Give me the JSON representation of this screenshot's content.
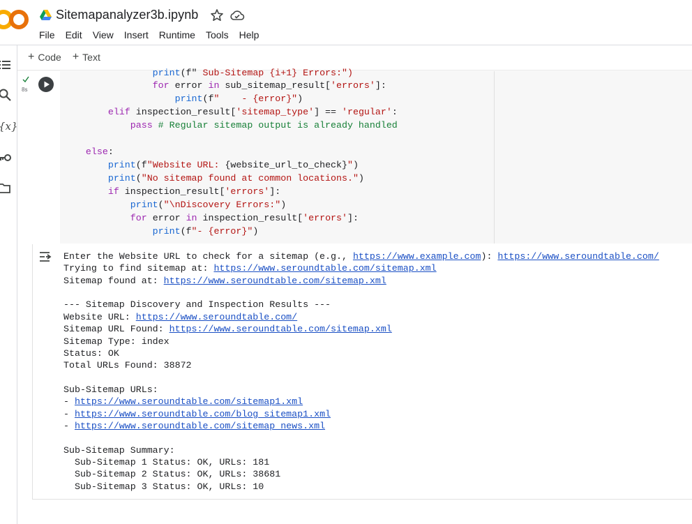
{
  "app": {
    "title": "Sitemapanalyzer3b.ipynb",
    "menu": [
      "File",
      "Edit",
      "View",
      "Insert",
      "Runtime",
      "Tools",
      "Help"
    ],
    "logo_text": "CO"
  },
  "toolbar": {
    "add_code": "Code",
    "add_text": "Text"
  },
  "cell": {
    "exec_time": "8s",
    "code": {
      "l1": {
        "indent": "                ",
        "fn": "print",
        "rest_a": "(f\" ",
        "str": "Sub-Sitemap {i+1} Errors:\")"
      },
      "l2": {
        "indent": "                ",
        "kw1": "for",
        "a": " error ",
        "kw2": "in",
        "b": " sub_sitemap_result[",
        "str": "'errors'",
        "c": "]:"
      },
      "l3": {
        "indent": "                    ",
        "fn": "print",
        "a": "(f",
        "str": "\"    - {error}\"",
        "c": ")"
      },
      "l4": {
        "indent": "        ",
        "kw": "elif",
        "a": " inspection_result[",
        "str1": "'sitemap_type'",
        "b": "] == ",
        "str2": "'regular'",
        "c": ":"
      },
      "l5": {
        "indent": "            ",
        "kw": "pass",
        "cm": " # Regular sitemap output is already handled"
      },
      "l6": {
        "indent": "    ",
        "kw": "else",
        "c": ":"
      },
      "l7": {
        "indent": "        ",
        "fn": "print",
        "a": "(f",
        "str1": "\"Website URL: ",
        "var": "{website_url_to_check}",
        "str2": "\"",
        "c": ")"
      },
      "l8": {
        "indent": "        ",
        "fn": "print",
        "a": "(",
        "str": "\"No sitemap found at common locations.\"",
        "c": ")"
      },
      "l9": {
        "indent": "        ",
        "kw": "if",
        "a": " inspection_result[",
        "str": "'errors'",
        "c": "]:"
      },
      "l10": {
        "indent": "            ",
        "fn": "print",
        "a": "(",
        "str": "\"\\nDiscovery Errors:\"",
        "c": ")"
      },
      "l11": {
        "indent": "            ",
        "kw1": "for",
        "a": " error ",
        "kw2": "in",
        "b": " inspection_result[",
        "str": "'errors'",
        "c": "]:"
      },
      "l12": {
        "indent": "                ",
        "fn": "print",
        "a": "(f",
        "str": "\"- {error}\"",
        "c": ")"
      }
    }
  },
  "output": {
    "l1_prefix": "Enter the Website URL to check for a sitemap (e.g., ",
    "l1_link1": "https://www.example.com",
    "l1_mid": "): ",
    "l1_link2": "https://www.seroundtable.com/",
    "l2_prefix": "Trying to find sitemap at: ",
    "l2_link": "https://www.seroundtable.com/sitemap.xml",
    "l3_prefix": "Sitemap found at: ",
    "l3_link": "https://www.seroundtable.com/sitemap.xml",
    "l5": "--- Sitemap Discovery and Inspection Results ---",
    "l6_prefix": "Website URL: ",
    "l6_link": "https://www.seroundtable.com/",
    "l7_prefix": "Sitemap URL Found: ",
    "l7_link": "https://www.seroundtable.com/sitemap.xml",
    "l8": "Sitemap Type: index",
    "l9": "Status: OK",
    "l10": "Total URLs Found: 38872",
    "l12": "Sub-Sitemap URLs:",
    "l13_prefix": "- ",
    "l13_link": "https://www.seroundtable.com/sitemap1.xml",
    "l14_prefix": "- ",
    "l14_link": "https://www.seroundtable.com/blog_sitemap1.xml",
    "l15_prefix": "- ",
    "l15_link": "https://www.seroundtable.com/sitemap_news.xml",
    "l17": "Sub-Sitemap Summary:",
    "l18": "  Sub-Sitemap 1 Status: OK, URLs: 181",
    "l19": "  Sub-Sitemap 2 Status: OK, URLs: 38681",
    "l20": "  Sub-Sitemap 3 Status: OK, URLs: 10"
  },
  "colors": {
    "keyword": "#9c27b0",
    "builtin": "#1967d2",
    "string": "#b31412",
    "comment": "#188038",
    "link": "#1a4fc4"
  }
}
